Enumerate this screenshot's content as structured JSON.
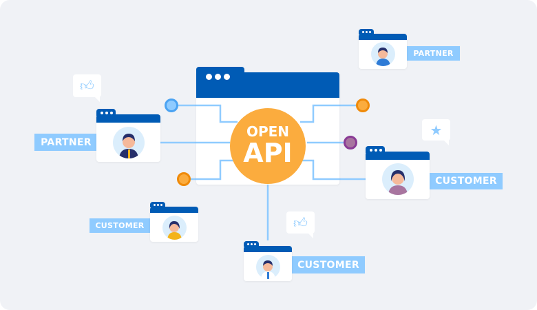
{
  "center": {
    "line1": "OPEN",
    "line2": "API"
  },
  "nodes": [
    {
      "label": "PARTNER",
      "role": "partner",
      "position": "left"
    },
    {
      "label": "PARTNER",
      "role": "partner",
      "position": "top-right"
    },
    {
      "label": "CUSTOMER",
      "role": "customer",
      "position": "right"
    },
    {
      "label": "CUSTOMER",
      "role": "customer",
      "position": "lower-left"
    },
    {
      "label": "CUSTOMER",
      "role": "customer",
      "position": "bottom"
    }
  ],
  "bubbles": [
    {
      "icon": "thumbs-up-icon"
    },
    {
      "icon": "star-icon"
    },
    {
      "icon": "thumbs-up-icon"
    }
  ],
  "colors": {
    "window": "#005bb5",
    "label": "#8fcbff",
    "api": "#fbac3e",
    "connector_blue": "#4ba3f2",
    "connector_orange": "#ef8a0a",
    "connector_purple": "#8a3b95"
  }
}
